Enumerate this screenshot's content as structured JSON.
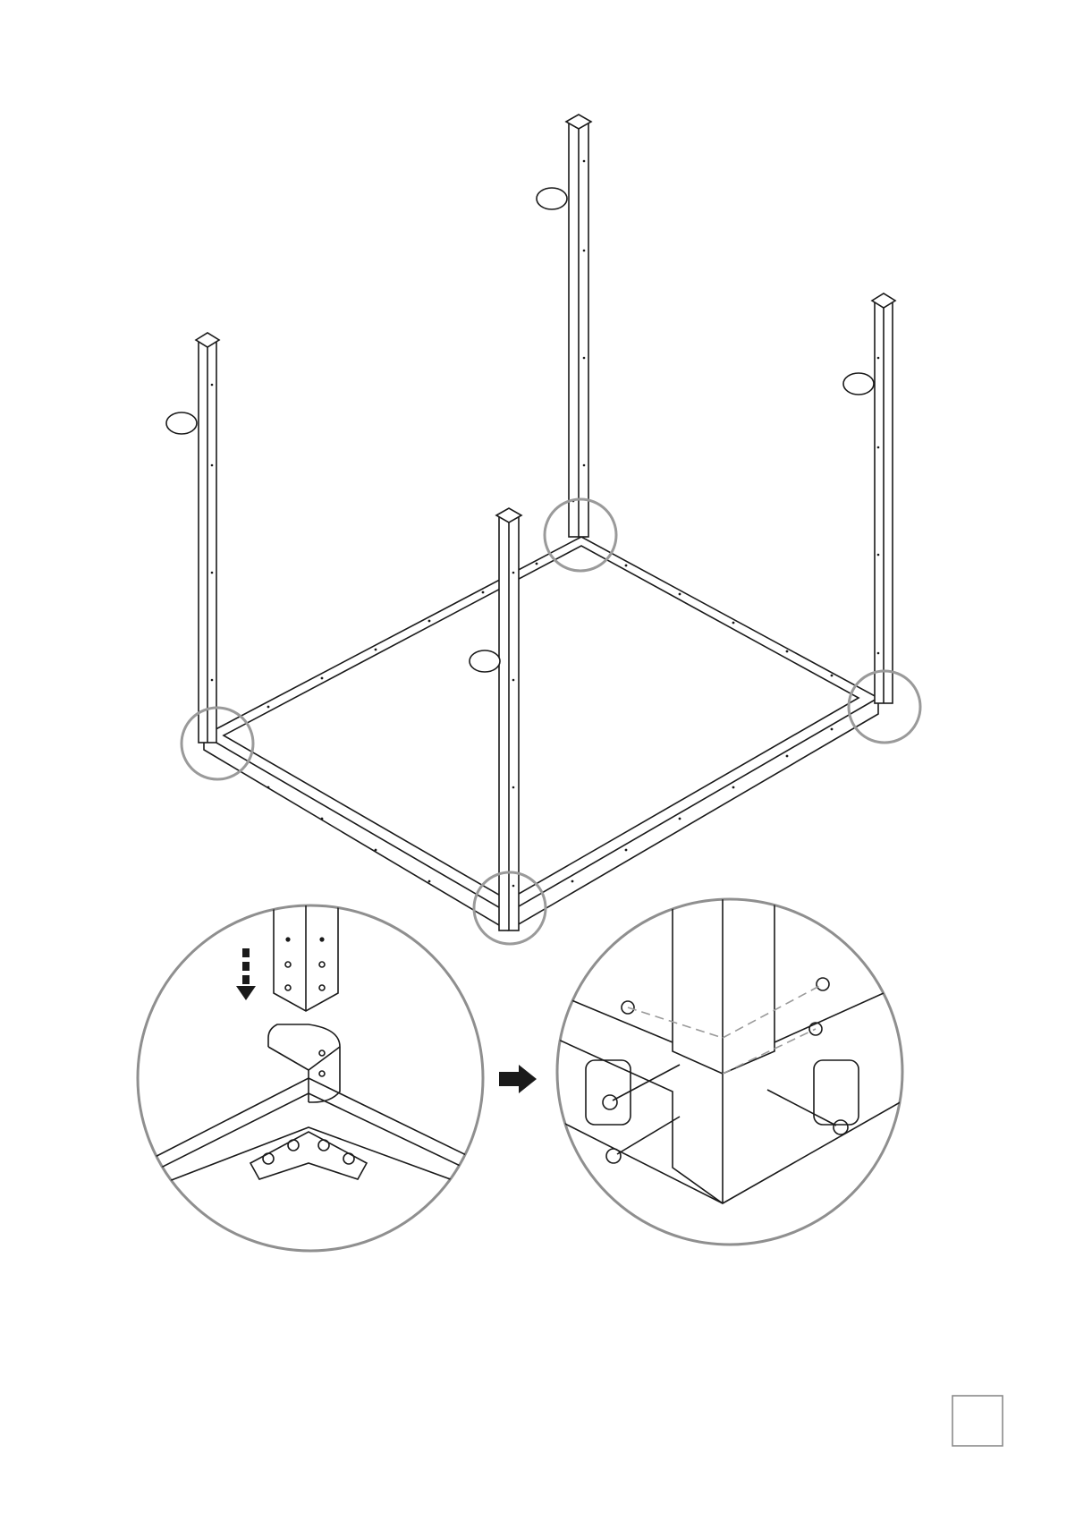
{
  "diagram": {
    "type": "assembly-instruction",
    "colors": {
      "line": "#1a1a1a",
      "highlight_circle": "#9a9a9a",
      "detail_circle": "#8f8f8f",
      "page_box": "#8a8a8a",
      "fill": "#ffffff"
    },
    "post_callouts": [
      {
        "id": "post-back",
        "label": ""
      },
      {
        "id": "post-left",
        "label": ""
      },
      {
        "id": "post-right",
        "label": ""
      },
      {
        "id": "post-front",
        "label": ""
      }
    ],
    "corner_highlights": [
      "back",
      "left",
      "right",
      "front"
    ],
    "details": [
      {
        "id": "detail-insert-post",
        "icon": "dashed-down-arrow-icon"
      },
      {
        "id": "detail-bolted-post",
        "icon": "bolt-icon"
      }
    ],
    "step_arrow_icon": "right-arrow-icon",
    "page_number": ""
  }
}
